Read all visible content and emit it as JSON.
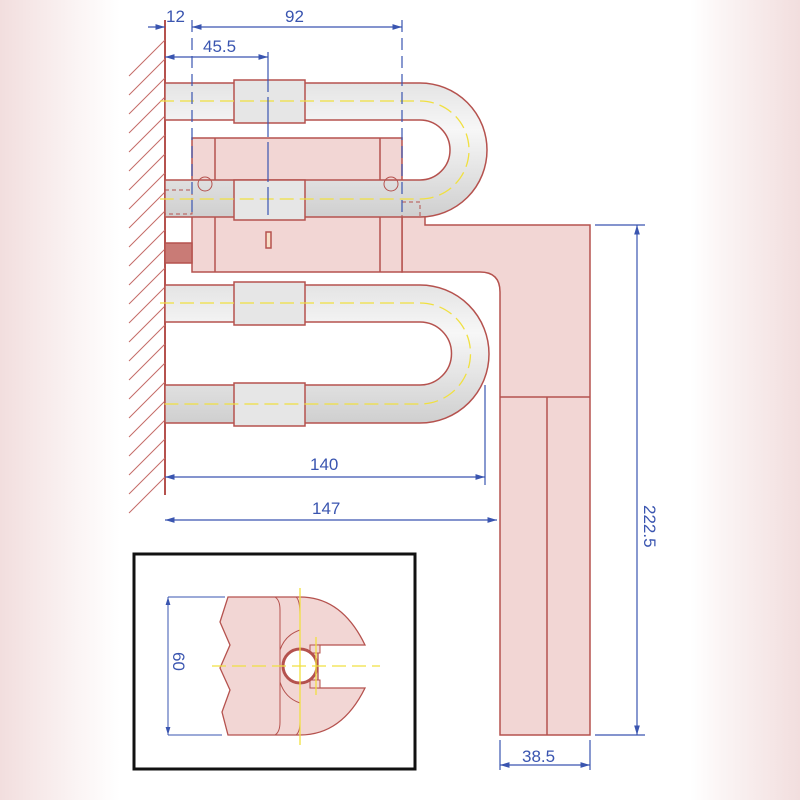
{
  "dimensions": {
    "wall_offset": "12",
    "tube_length": "92",
    "sleeve_center": "45.5",
    "lower_tube_length": "140",
    "overall_length": "147",
    "bracket_height": "222.5",
    "bracket_width": "38.5",
    "inset_height": "60"
  },
  "colors": {
    "part_fill": "#f2d6d4",
    "part_stroke": "#b5524e",
    "dimension": "#3a55b0",
    "centerline": "#f0e040"
  }
}
